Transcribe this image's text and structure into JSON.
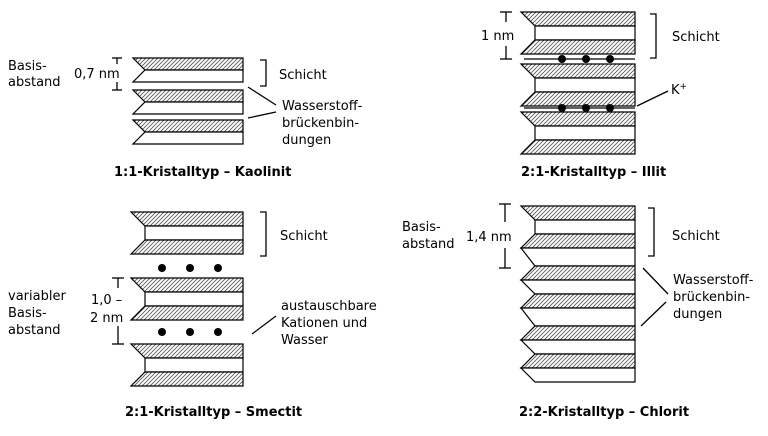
{
  "colors": {
    "hatch_fill": "#d9d9d9",
    "line": "#000000",
    "background": "#ffffff"
  },
  "panels": {
    "kaolinit": {
      "caption": "1:1-Kristalltyp – Kaolinit",
      "basis_label": [
        "Basis-",
        "abstand"
      ],
      "distance": "0,7 nm",
      "layer_label": "Schicht",
      "bond_label": [
        "Wasserstoff-",
        "brückenbin-",
        "dungen"
      ]
    },
    "illit": {
      "caption": "2:1-Kristalltyp – Illit",
      "distance": "1 nm",
      "layer_label": "Schicht",
      "ion_label": "K",
      "ion_charge": "+"
    },
    "smectit": {
      "caption": "2:1-Kristalltyp – Smectit",
      "basis_label": [
        "variabler",
        "Basis-",
        "abstand"
      ],
      "distance": [
        "1,0 –",
        "2 nm"
      ],
      "layer_label": "Schicht",
      "exchange_label": [
        "austauschbare",
        "Kationen und",
        "Wasser"
      ]
    },
    "chlorit": {
      "caption": "2:2-Kristalltyp – Chlorit",
      "basis_label": [
        "Basis-",
        "abstand"
      ],
      "distance": "1,4 nm",
      "layer_label": "Schicht",
      "bond_label": [
        "Wasserstoff-",
        "brückenbin-",
        "dungen"
      ]
    }
  }
}
